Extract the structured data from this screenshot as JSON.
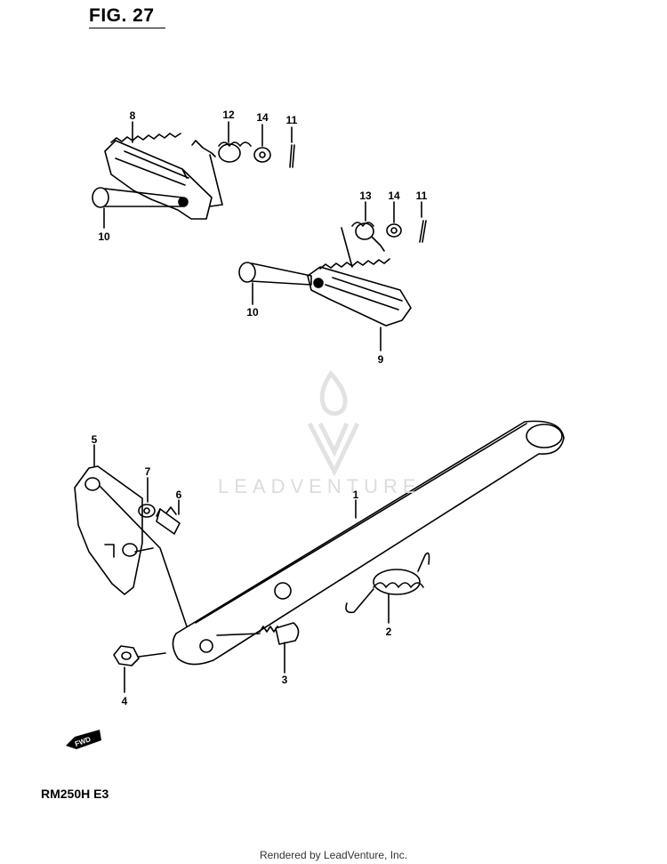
{
  "figure": {
    "title": "FIG. 27",
    "model": "RM250H E3"
  },
  "watermark": "LEADVENTURE",
  "direction_arrow": "FWD",
  "footer": "Rendered by LeadVenture, Inc.",
  "callouts": [
    "8",
    "12",
    "14",
    "11",
    "10",
    "13",
    "14",
    "11",
    "10",
    "9",
    "5",
    "7",
    "6",
    "1",
    "2",
    "4",
    "3"
  ]
}
